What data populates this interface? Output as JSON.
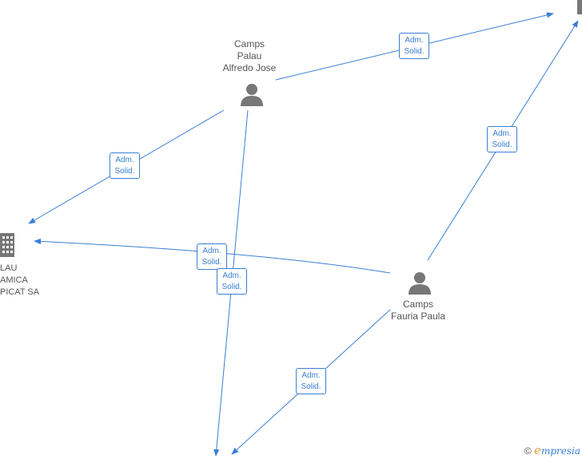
{
  "nodes": {
    "camps_palau": {
      "label_lines": [
        "Camps",
        "Palau",
        "Alfredo Jose"
      ]
    },
    "camps_fauria": {
      "label_lines": [
        "Camps",
        "Fauria Paula"
      ]
    },
    "company_left": {
      "label_lines": [
        "LAU",
        "AMICA",
        "PICAT SA"
      ]
    }
  },
  "edge_labels": [
    {
      "line1": "Adm.",
      "line2": "Solid."
    },
    {
      "line1": "Adm.",
      "line2": "Solid."
    },
    {
      "line1": "Adm.",
      "line2": "Solid."
    },
    {
      "line1": "Adm.",
      "line2": "Solid."
    },
    {
      "line1": "Adm.",
      "line2": "Solid."
    },
    {
      "line1": "Adm.",
      "line2": "Solid."
    }
  ],
  "footer": {
    "copyright": "©",
    "brand_initial": "e",
    "brand_rest": "mpresia"
  },
  "colors": {
    "edge": "#3a7fd5",
    "icon": "#777777",
    "text": "#555555"
  }
}
